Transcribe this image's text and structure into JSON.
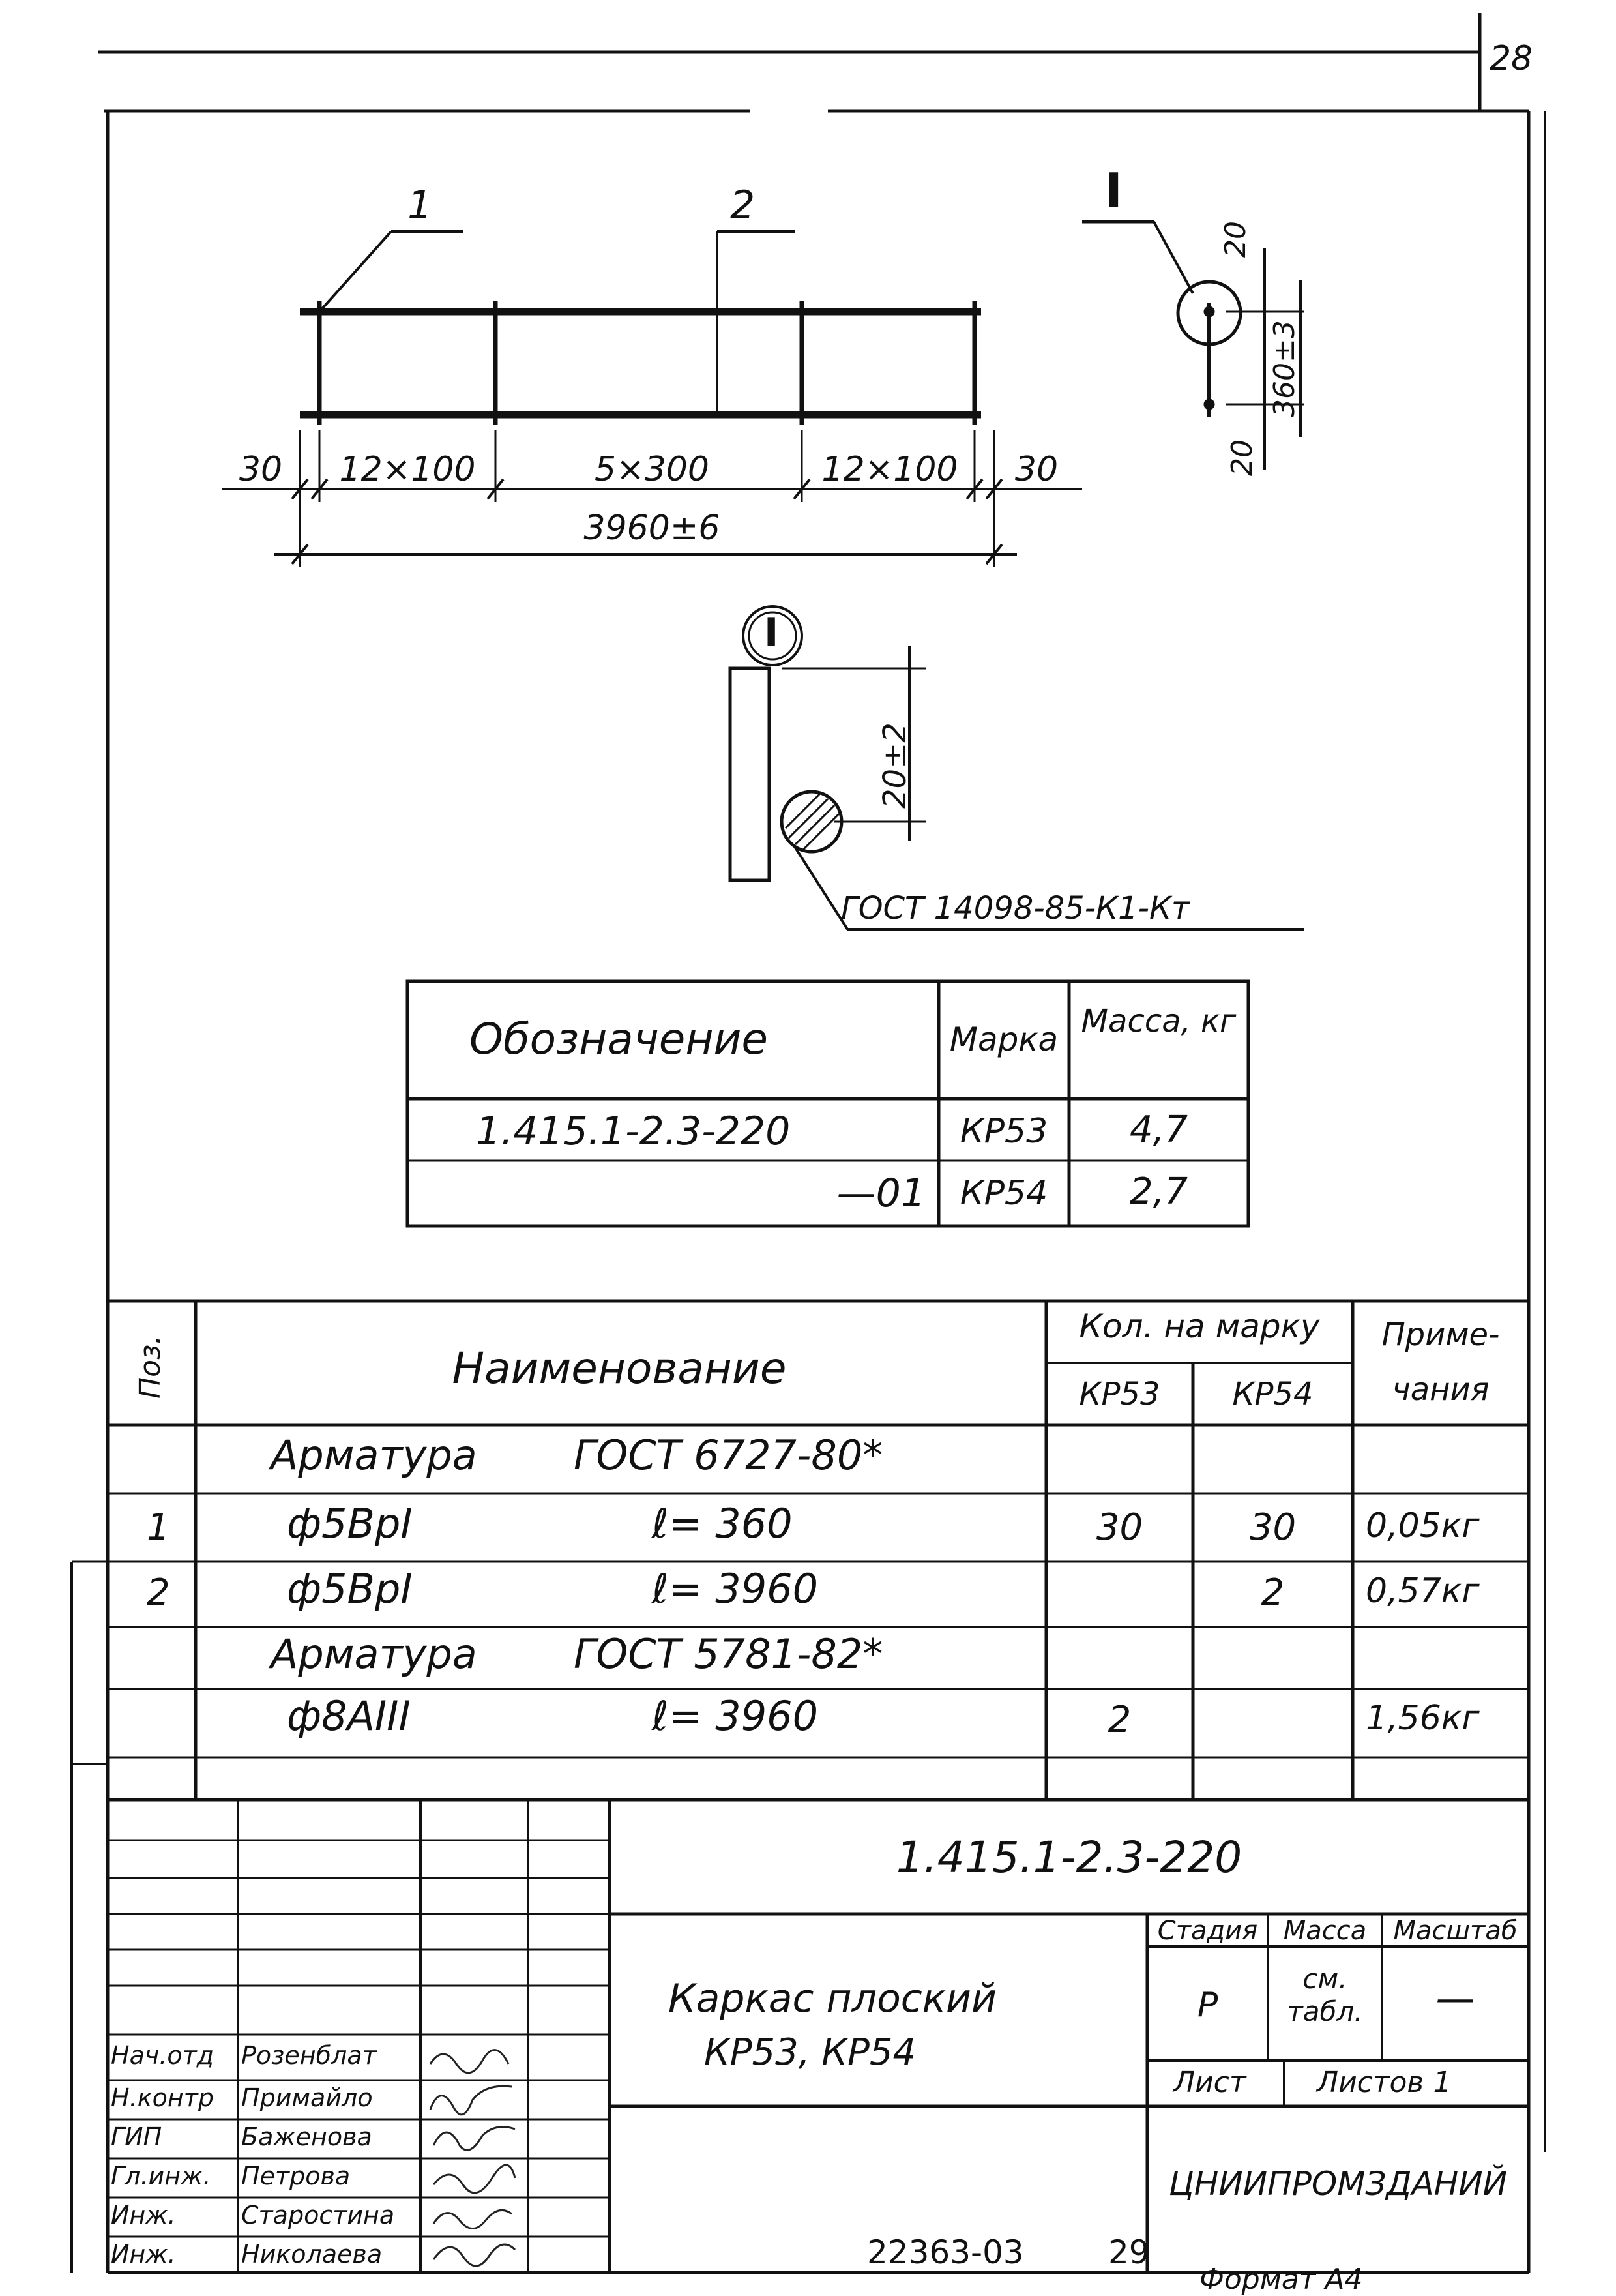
{
  "sheet_number": "28",
  "drawing": {
    "pos_labels": [
      "1",
      "2"
    ],
    "detail_callout": "I",
    "detail_label": "I",
    "dims_bottom": [
      "30",
      "12×100",
      "5×300",
      "12×100",
      "30"
    ],
    "dim_total": "3960±6",
    "detail_dims": [
      "20",
      "360±3",
      "20"
    ],
    "weld_dim": "20±2",
    "weld_note": "ГОСТ 14098-85-К1-Кт"
  },
  "mark_table": {
    "headers": [
      "Обозначение",
      "Марка",
      "Масса, кг"
    ],
    "rows": [
      [
        "1.415.1-2.3-220",
        "КР53",
        "4,7"
      ],
      [
        "—01",
        "КР54",
        "2,7"
      ]
    ]
  },
  "spec_table": {
    "headers": {
      "pos": "Поз.",
      "name": "Наименование",
      "qty": "Кол. на марку",
      "qty_a": "КР53",
      "qty_b": "КР54",
      "note": "Приме- чания"
    },
    "rows": [
      {
        "pos": "",
        "name": "Арматура",
        "spec": "ГОСТ 6727-80*",
        "a": "",
        "b": "",
        "note": ""
      },
      {
        "pos": "1",
        "name": "ф5ВрI",
        "spec": "ℓ= 360",
        "a": "30",
        "b": "30",
        "note": "0,05кг"
      },
      {
        "pos": "2",
        "name": "ф5ВрI",
        "spec": "ℓ= 3960",
        "a": "",
        "b": "2",
        "note": "0,57кг"
      },
      {
        "pos": "",
        "name": "Арматура",
        "spec": "ГОСТ 5781-82*",
        "a": "",
        "b": "",
        "note": ""
      },
      {
        "pos": "",
        "name": "ф8АIII",
        "spec": "ℓ= 3960",
        "a": "2",
        "b": "",
        "note": "1,56кг"
      },
      {
        "pos": "",
        "name": "",
        "spec": "",
        "a": "",
        "b": "",
        "note": ""
      }
    ]
  },
  "title_block": {
    "code": "1.415.1-2.3-220",
    "title_line1": "Каркас плоский",
    "title_line2": "КР53, КР54",
    "stage_label": "Стадия",
    "mass_label": "Масса",
    "scale_label": "Масштаб",
    "stage_value": "Р",
    "mass_value": "см. табл.",
    "scale_value": "—",
    "sheet_label": "Лист",
    "sheets_label": "Листов 1",
    "org": "ЦНИИПРОМЗДАНИЙ",
    "staff": [
      {
        "role": "Нач.отд",
        "name": "Розенблат"
      },
      {
        "role": "Н.контр",
        "name": "Примайло"
      },
      {
        "role": "ГИП",
        "name": "Баженова"
      },
      {
        "role": "Гл.инж.",
        "name": "Петрова"
      },
      {
        "role": "Инж.",
        "name": "Старостина"
      },
      {
        "role": "Инж.",
        "name": "Николаева"
      }
    ]
  },
  "footer": {
    "number": "22363-03",
    "page": "29",
    "format": "Формат А4"
  }
}
